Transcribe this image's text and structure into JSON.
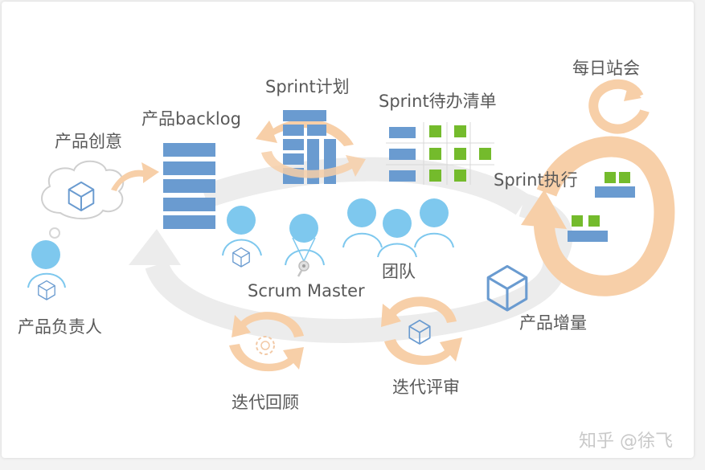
{
  "title": "Scrum 框架",
  "colors": {
    "cycle_gray": "#ebebeb",
    "arrow_orange": "#f7cfa8",
    "block_blue": "#6a9bd0",
    "task_green": "#74bb2c",
    "person_blue": "#7ec8ee",
    "cube_blue": "#6a9bd0",
    "text_gray": "#595959"
  },
  "labels": {
    "product_idea": "产品创意",
    "product_backlog": "产品backlog",
    "sprint_planning": "Sprint计划",
    "sprint_backlog": "Sprint待办清单",
    "daily_standup": "每日站会",
    "sprint_execution": "Sprint执行",
    "product_owner": "产品负责人",
    "scrum_master": "Scrum Master",
    "team": "团队",
    "product_increment": "产品增量",
    "sprint_review": "迭代评审",
    "sprint_retrospective": "迭代回顾"
  },
  "icons": {
    "cube": "cube-icon",
    "cloud": "thought-cloud-icon",
    "person": "person-icon",
    "whistle": "whistle-icon",
    "gear": "gear-icon",
    "cycle_arrows": "cycle-arrows-icon"
  },
  "sprint_backlog_grid": {
    "rows": 3,
    "green_tasks_per_row": [
      2,
      3,
      2
    ]
  },
  "product_backlog_items": 5,
  "watermark": "知乎 @徐飞"
}
